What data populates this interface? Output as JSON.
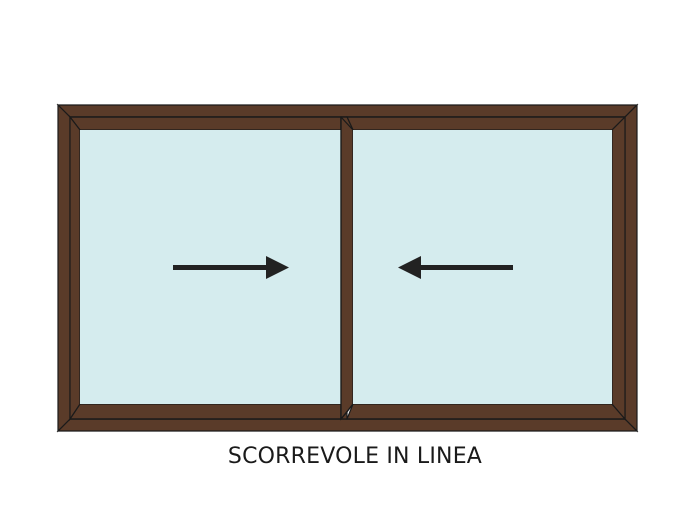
{
  "diagram": {
    "title": "SCORREVOLE IN LINEA",
    "type": "sliding window schematic",
    "colors": {
      "frame": "#5a3b29",
      "frame_line": "#1a1a1a",
      "glass": "#d5ecee",
      "arrow": "#222222",
      "background": "#ffffff"
    },
    "panes": [
      {
        "id": "left",
        "arrow_direction": "right"
      },
      {
        "id": "right",
        "arrow_direction": "left"
      }
    ]
  }
}
